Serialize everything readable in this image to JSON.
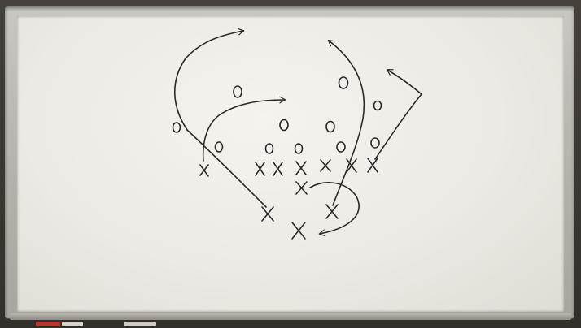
{
  "scene": {
    "subject": "whiteboard",
    "ink_color": "#2b2a2a",
    "board_color": "#eceae4",
    "frame_color": "#bdbab4"
  },
  "play": {
    "offense_symbol": "X",
    "defense_symbol": "O"
  }
}
